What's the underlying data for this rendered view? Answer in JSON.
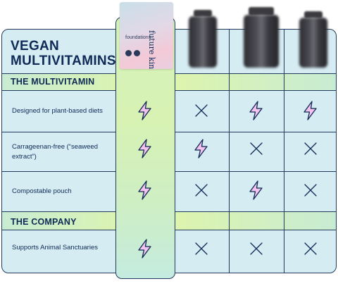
{
  "title": "VEGAN MULTIVITAMINS",
  "product": {
    "brand": "future kin",
    "name": "foundations"
  },
  "sections": [
    {
      "label": "THE MULTIVITAMIN",
      "rows": [
        {
          "label": "Designed for plant-based diets",
          "cells": [
            "check",
            "cross",
            "check",
            "check"
          ]
        },
        {
          "label": "Carrageenan-free (“seaweed extract”)",
          "cells": [
            "check",
            "check",
            "cross",
            "cross"
          ]
        },
        {
          "label": "Compostable pouch",
          "cells": [
            "check",
            "cross",
            "check",
            "cross"
          ]
        }
      ]
    },
    {
      "label": "THE COMPANY",
      "rows": [
        {
          "label": "Supports Animal Sanctuaries",
          "cells": [
            "check",
            "cross",
            "cross",
            "cross"
          ]
        }
      ]
    }
  ],
  "icons": {
    "check": "lightning-bolt-icon",
    "cross": "x-mark-icon"
  },
  "colors": {
    "navy": "#0f2a56",
    "bolt_fill": "#f3c3ee",
    "table_bg": "#d6ecf3",
    "band_green": "#e0f5a8"
  }
}
